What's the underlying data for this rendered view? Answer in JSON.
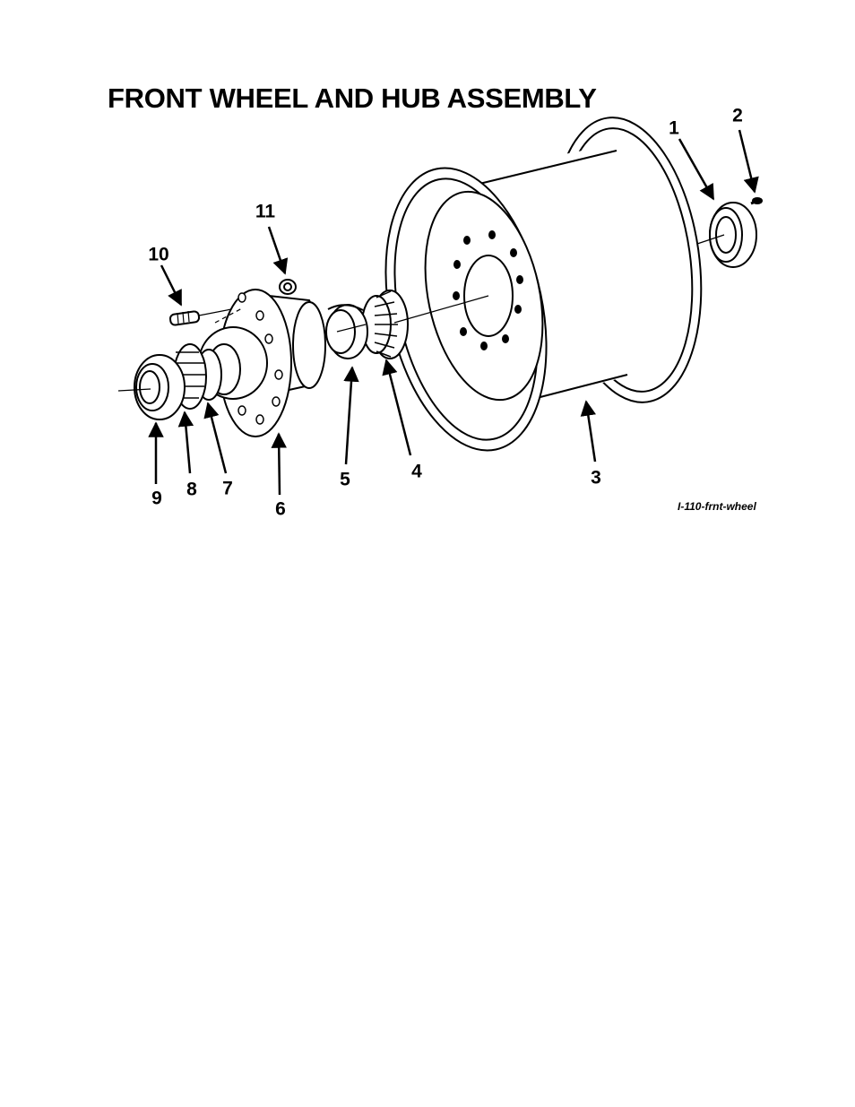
{
  "title": "FRONT WHEEL AND HUB ASSEMBLY",
  "figure_id": "I-110-frnt-wheel",
  "callouts": {
    "c1": "1",
    "c2": "2",
    "c3": "3",
    "c4": "4",
    "c5": "5",
    "c6": "6",
    "c7": "7",
    "c8": "8",
    "c9": "9",
    "c10": "10",
    "c11": "11"
  },
  "colors": {
    "ink": "#000000",
    "paper": "#ffffff"
  }
}
